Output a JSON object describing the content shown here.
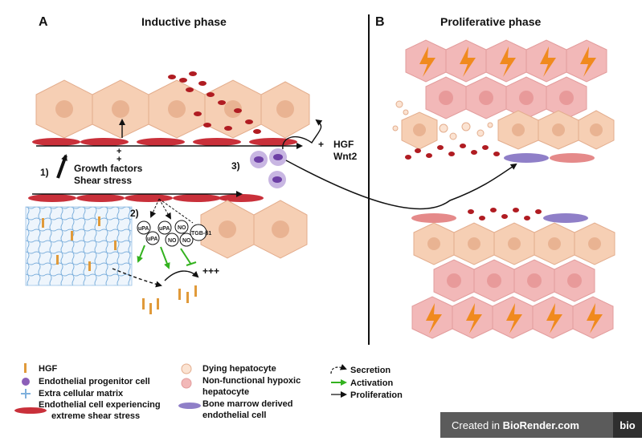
{
  "panels": {
    "a": {
      "letter": "A",
      "title": "Inductive phase"
    },
    "b": {
      "letter": "B",
      "title": "Proliferative phase"
    }
  },
  "annotations": {
    "step1": "1)",
    "growth_factors": "Growth factors",
    "shear_stress": "Shear stress",
    "step2": "2)",
    "step3": "3)",
    "hgf": "HGF",
    "wnt2": "Wnt2",
    "plus": "+",
    "plus_plus": "+",
    "triple_plus": "+++",
    "upa": "uPA",
    "no": "NO",
    "tgf": "TGB-β1"
  },
  "legend": {
    "col1": [
      "HGF",
      "Endothelial progenitor cell",
      "Extra cellular matrix",
      "Endothelial cell experiencing",
      "extreme shear stress"
    ],
    "col2": [
      "Dying hepatocyte",
      "Non-functional hypoxic",
      "hepatocyte",
      "Bone marrow derived",
      "endothelial cell"
    ],
    "col3": [
      "Secretion",
      "Activation",
      "Proliferation"
    ]
  },
  "credit": {
    "prefix": "Created in ",
    "brand": "BioRender.com",
    "logo": "bio"
  },
  "colors": {
    "hepatocyte": "#f6cfb4",
    "hepatocyte_nucleus": "#e9b392",
    "hypoxic": "#f2b8b8",
    "endothelial": "#c9303a",
    "rbc": "#b01c22",
    "progenitor": "#8b5fb8",
    "bm_endothelial": "#8f7fc8",
    "ecm": "#7fb1dd",
    "activation": "#33b21f",
    "lightning": "#f08a1e"
  }
}
